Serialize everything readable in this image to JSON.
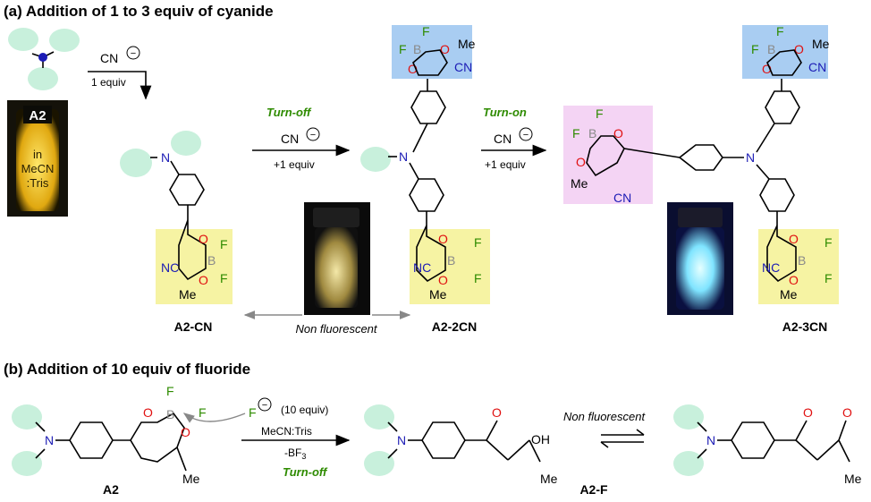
{
  "section_a": {
    "title": "(a) Addition of  1 to 3 equiv of cyanide"
  },
  "section_b": {
    "title": "(b) Addition of  10 equiv of fluoride"
  },
  "reagents": {
    "cn": "CN",
    "one_equiv": "1 equiv",
    "plus_one_equiv": "+1 equiv",
    "turn_off": "Turn-off",
    "turn_on": "Turn-on",
    "fluoride": "F",
    "ten_equiv": "(10 equiv)",
    "solvent": "MeCN:Tris",
    "bf3": "-BF",
    "bf3_sub": "3"
  },
  "vial": {
    "label": "A2",
    "text1": "in",
    "text2": "MeCN",
    "text3": ":Tris"
  },
  "labels": {
    "a2cn": "A2-CN",
    "a22cn": "A2-2CN",
    "a23cn": "A2-3CN",
    "non_fluorescent": "Non fluorescent",
    "a2": "A2",
    "a2f": "A2-F"
  },
  "atoms": {
    "N": "N",
    "F": "F",
    "B": "B",
    "O": "O",
    "Me": "Me",
    "NC": "NC",
    "CN": "CN",
    "OH": "OH",
    "minus": "−"
  },
  "colors": {
    "nitrogen": "#1b1bb5",
    "oxygen": "#e01010",
    "fluorine": "#2e8b00",
    "boron": "#8a8a8a",
    "blob": "#c8f0dc",
    "blue_box": "#a9cdf2",
    "yellow_box": "#f6f3a3",
    "pink_box": "#f4d4f4",
    "vial_glow_yellow": "#f5cc33",
    "vial_glow_cyan": "#8ff0ff"
  }
}
